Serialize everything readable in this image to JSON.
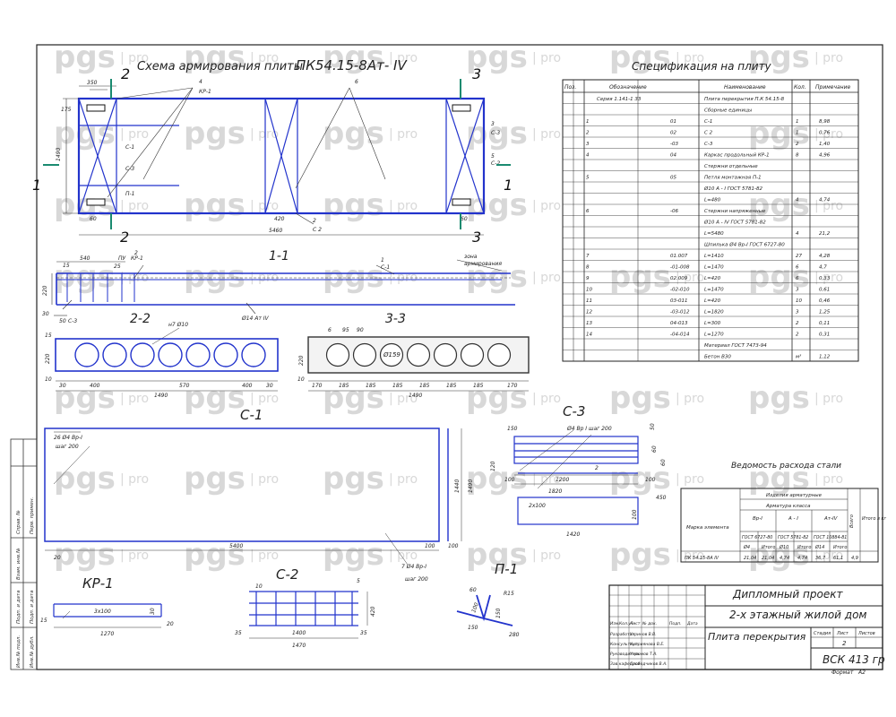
{
  "watermark": {
    "text_a": "pgs",
    "text_b": "pro"
  },
  "plan": {
    "title": "Схема армирования плиты",
    "mark": "ПК54.15-8Ат- IV",
    "sec": {
      "a": "2",
      "b": "3",
      "c": "1",
      "d": "1-1",
      "e": "2-2",
      "f": "3-3"
    },
    "labels": {
      "kr1": "КР-1",
      "n4": "4",
      "n6": "6",
      "n3": "3",
      "n2": "2",
      "c1": "С-1",
      "c2": "С 2",
      "c3": "С-3",
      "p1": "П-1",
      "c2b": "С-2",
      "n5": "5",
      "d350": "350",
      "d175": "175",
      "d1490": "1490",
      "d60a": "60",
      "d60b": "60",
      "d420": "420",
      "d5460": "5460"
    }
  },
  "section11": {
    "d540": "540",
    "d15": "15",
    "d25": "25",
    "d220": "220",
    "d30": "30",
    "d50": "50",
    "c3": "С-3",
    "kr": "КР-1",
    "c1": "С-1",
    "n2": "2",
    "n1": "1",
    "t1": "зона",
    "t2": "армирования",
    "t3": "Ø14 Ат IV",
    "t4": "ПУ"
  },
  "section22": {
    "note": "н7 Ø10",
    "dims": [
      "30",
      "400",
      "570",
      "400",
      "30"
    ],
    "total": "1490",
    "d220": "220",
    "d15": "15",
    "d10": "10"
  },
  "section33": {
    "dia": "Ø159",
    "top": [
      "6",
      "95",
      "90"
    ],
    "dims": [
      "170",
      "185",
      "185",
      "185",
      "185",
      "185",
      "185",
      "170"
    ],
    "total": "1490",
    "d220": "220",
    "d10": "10"
  },
  "c1": {
    "title": "С-1",
    "note1": "26 Ø4 Вр-I",
    "note2": "шаг 200",
    "d1440": "1440",
    "d1490": "1490",
    "d5400": "5400",
    "d20": "20",
    "d100a": "100",
    "d100b": "100",
    "note3": "7 Ø4 Вр-I",
    "note4": "шаг 200"
  },
  "c3": {
    "title": "С-3",
    "note": "Ø4 Вр I шаг 200",
    "d150": "150",
    "d1200": "1200",
    "d1820": "1820",
    "d2x100": "2х100",
    "d120": "120",
    "d100a": "100",
    "d100b": "100",
    "d1420": "1420",
    "d450": "450",
    "d100": "100",
    "d2": "2",
    "d60": "60",
    "d60b": "60",
    "d50": "50"
  },
  "kr1": {
    "title": "КР-1",
    "d30": "30",
    "d1270": "1270",
    "d3x100": "3х100",
    "d15": "15",
    "d20": "20"
  },
  "c2": {
    "title": "С-2",
    "d10": "10",
    "d1400": "1400",
    "d1470": "1470",
    "d35a": "35",
    "d35b": "35",
    "d420": "420",
    "d5": "5"
  },
  "p1": {
    "title": "П-1",
    "a": "R15",
    "b": "150",
    "c": "150",
    "d": "100",
    "e": "280",
    "f": "60"
  },
  "spec": {
    "title": "Спецификация на плиту",
    "headers": [
      "Поз.",
      "Обозначение",
      "Наименование",
      "Кол.",
      "Примечание"
    ],
    "rows": [
      [
        "",
        "Серия 1.141-1 33",
        "Плита перекрытия П.К 54.15-8",
        "",
        ""
      ],
      [
        "",
        "",
        "Сборные единицы",
        "",
        ""
      ],
      [
        "1",
        "01",
        "С-1",
        "1",
        "8,98"
      ],
      [
        "2",
        "02",
        "С 2",
        "1",
        "0,76"
      ],
      [
        "3",
        "-03",
        "С-3",
        "2",
        "1,40"
      ],
      [
        "4",
        "04",
        "Каркас продольный КР-1",
        "8",
        "4,96"
      ],
      [
        "",
        "",
        "Стержни отдельные",
        "",
        ""
      ],
      [
        "5",
        "05",
        "Петля монтажная П-1",
        "",
        ""
      ],
      [
        "",
        "",
        "Ø10 А - I ГОСТ 5781-82",
        "",
        ""
      ],
      [
        "",
        "",
        "L=480",
        "4",
        "4,74"
      ],
      [
        "6",
        "-06",
        "Стержни напряженные",
        "",
        ""
      ],
      [
        "",
        "",
        "Ø10 А - IV ГОСТ 5781-82",
        "",
        ""
      ],
      [
        "",
        "",
        "L=5480",
        "4",
        "21,2"
      ],
      [
        "",
        "",
        "Шпилька Ø4 Вр-I ГОСТ 6727-80",
        "",
        ""
      ],
      [
        "7",
        "01.007",
        "L=1410",
        "27",
        "4,28"
      ],
      [
        "8",
        "-01-008",
        "L=1470",
        "6",
        "4,7"
      ],
      [
        "9",
        "02.009",
        "L=420",
        "6",
        "0,33"
      ],
      [
        "10",
        "-02-010",
        "L=1470",
        "3",
        "0,61"
      ],
      [
        "11",
        "03-011",
        "L=420",
        "10",
        "0,46"
      ],
      [
        "12",
        "-03-012",
        "L=1820",
        "3",
        "1,25"
      ],
      [
        "13",
        "04-013",
        "L=300",
        "2",
        "0,11"
      ],
      [
        "14",
        "-04-014",
        "L=1270",
        "2",
        "0,31"
      ],
      [
        "",
        "",
        "Материал ГОСТ 7473-94",
        "",
        ""
      ],
      [
        "",
        "",
        "Бетон В30",
        "м³",
        "1,12"
      ]
    ]
  },
  "steel": {
    "title": "Ведомость расхода стали",
    "h1": "Изделия арматурные",
    "h2": "Арматура класса",
    "c1": "Марка элемента",
    "cols": [
      "Вр-I",
      "А - I",
      "Ат-IV"
    ],
    "c6": "Всего",
    "c7": "Итого в кг",
    "gost": [
      "ГОСТ 6727-80",
      "ГОСТ 5781-82",
      "ГОСТ 10884-81"
    ],
    "sub": [
      "Ø4",
      "Итого",
      "Ø10",
      "Итого",
      "Ø14",
      "Итого"
    ],
    "row": [
      "ПК 54.15-8А IV",
      "21,04",
      "21,04",
      "4,74",
      "4,74",
      "36,7",
      "61,1",
      "4,9"
    ]
  },
  "stamp": {
    "t1": "Дипломный проект",
    "t2": "2-х этажный жилой дом",
    "t3": "Плита перекрытия",
    "t4": "ВСК 413 гр",
    "stage": "Стадия",
    "sheet": "Лист",
    "sheets": "Листов",
    "sheet_no": "2",
    "format": "Формат",
    "format_v": "А2",
    "heads": [
      "Изм.",
      "Кол.уч",
      "Лист",
      "№ док.",
      "Подп.",
      "Дата"
    ],
    "roles": [
      "Разработал",
      "Консультант",
      "Руководитель",
      "Зав.кафедрой"
    ],
    "names": [
      "Угринов В.В.",
      "Куприянова В.Е.",
      "Угрюмов Т.А.",
      "Слободчиков В.А."
    ]
  },
  "side": {
    "a": "Инв.№ подл.",
    "b": "Подп. и дата",
    "c": "Взам. инв.№",
    "d": "Инв.№ дубл.",
    "e": "Подп. и дата",
    "f": "Справ. №",
    "g": "Перв. примен."
  }
}
